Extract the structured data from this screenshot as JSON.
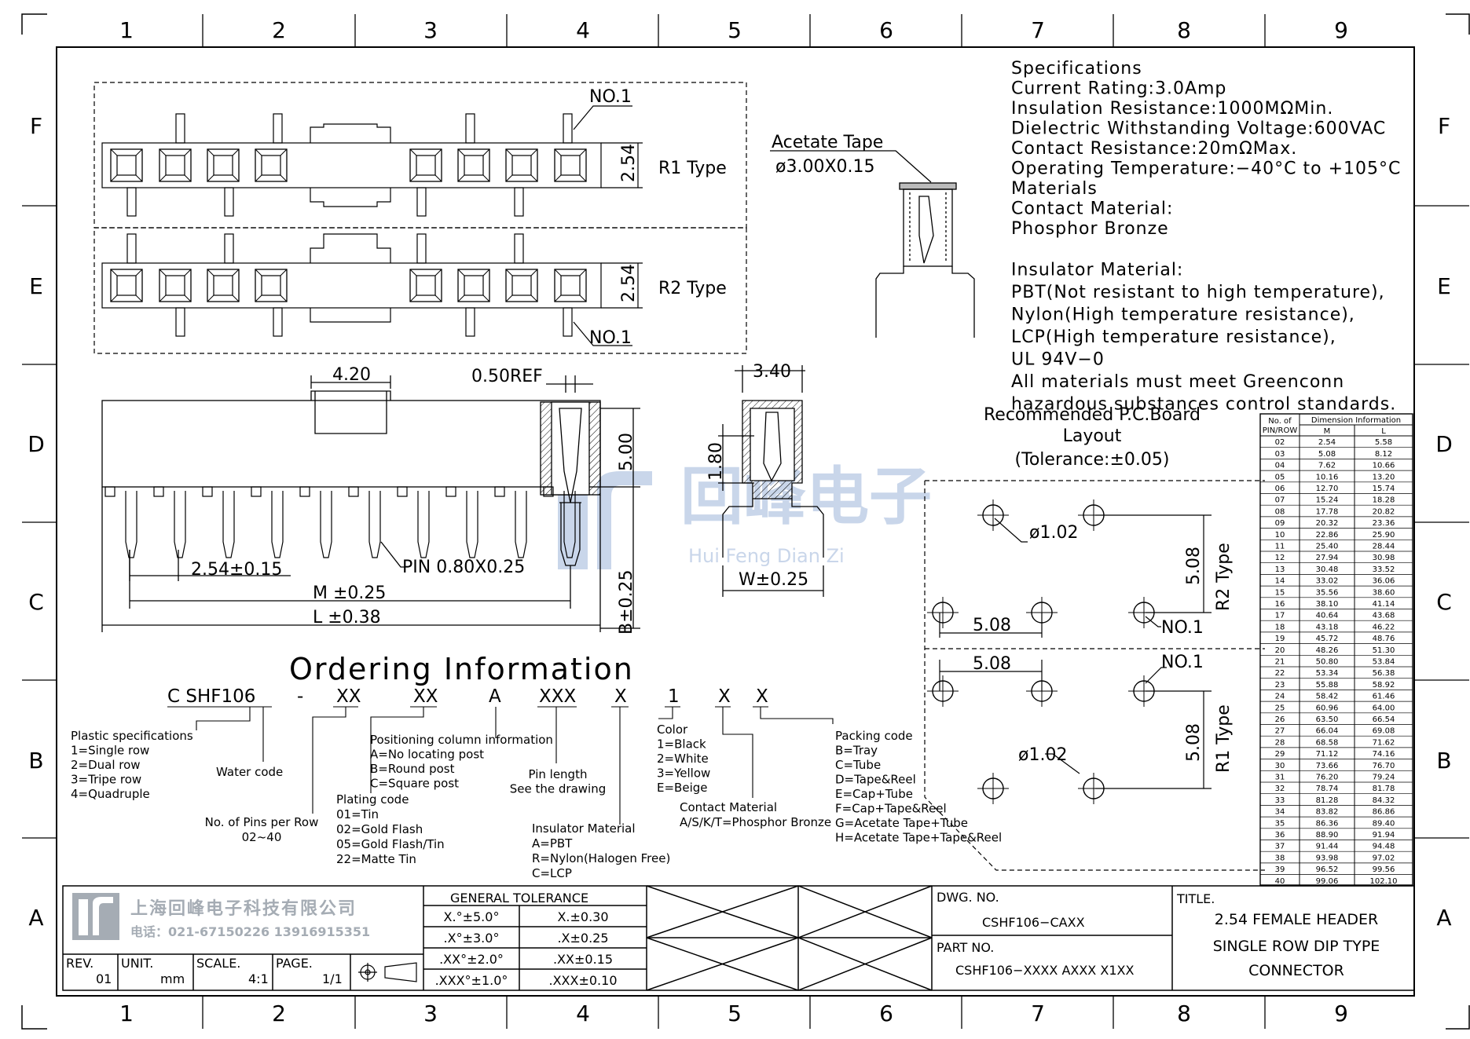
{
  "zones": {
    "columns": [
      "1",
      "2",
      "3",
      "4",
      "5",
      "6",
      "7",
      "8",
      "9"
    ],
    "rows": [
      "F",
      "E",
      "D",
      "C",
      "B",
      "A"
    ]
  },
  "specifications": [
    "Specifications",
    "Current  Rating:3.0Amp",
    "Insulation  Resistance:1000MΩMin.",
    "Dielectric  Withstanding  Voltage:600VAC",
    "Contact  Resistance:20mΩMax.",
    "Operating  Temperature:−40°C  to  +105°C",
    "Materials",
    "Contact  Material:",
    "Phosphor  Bronze",
    "Insulator  Material:",
    "PBT(Not  resistant  to  high  temperature),",
    "Nylon(High  temperature  resistance),",
    "LCP(High  temperature  resistance),",
    "UL  94V−0",
    "All  materials  must  meet  Greenconn",
    "hazardous  substances  control  standards."
  ],
  "top_view": {
    "r1_type": "R1  Type",
    "r2_type": "R2  Type",
    "no1": "NO.1",
    "pitch": "2.54"
  },
  "acetate": {
    "label": "Acetate  Tape",
    "size": "ø3.00X0.15"
  },
  "side_view": {
    "d_420": "4.20",
    "d_050": "0.50REF",
    "d_500": "5.00",
    "d_254": "2.54±0.15",
    "pin": "PIN  0.80X0.25",
    "m": "M  ±0.25",
    "l": "L  ±0.38",
    "b": "B±0.25"
  },
  "end_view": {
    "d_340": "3.40",
    "d_180": "1.80",
    "w": "W±0.25"
  },
  "watermark": {
    "cn": "回峰电子",
    "pinyin": "Hui  Feng  Dian  Zi"
  },
  "pcb_layout": {
    "title1": "Recommended  P.C.Board",
    "title2": "Layout",
    "title3": "(Tolerance:±0.05)",
    "dia1": "ø1.02",
    "dia2": "ø1.02",
    "d508_a": "5.08",
    "d508_b": "5.08",
    "d508_c": "5.08",
    "d508_d": "5.08",
    "no1_a": "NO.1",
    "no1_b": "NO.1",
    "r2": "R2  Type",
    "r1": "R1  Type"
  },
  "dim_table": {
    "h1": "No.  of",
    "h1b": "PIN/ROW",
    "h2": "Dimension  Information",
    "hm": "M",
    "hl": "L",
    "rows": [
      [
        "02",
        "2.54",
        "5.58"
      ],
      [
        "03",
        "5.08",
        "8.12"
      ],
      [
        "04",
        "7.62",
        "10.66"
      ],
      [
        "05",
        "10.16",
        "13.20"
      ],
      [
        "06",
        "12.70",
        "15.74"
      ],
      [
        "07",
        "15.24",
        "18.28"
      ],
      [
        "08",
        "17.78",
        "20.82"
      ],
      [
        "09",
        "20.32",
        "23.36"
      ],
      [
        "10",
        "22.86",
        "25.90"
      ],
      [
        "11",
        "25.40",
        "28.44"
      ],
      [
        "12",
        "27.94",
        "30.98"
      ],
      [
        "13",
        "30.48",
        "33.52"
      ],
      [
        "14",
        "33.02",
        "36.06"
      ],
      [
        "15",
        "35.56",
        "38.60"
      ],
      [
        "16",
        "38.10",
        "41.14"
      ],
      [
        "17",
        "40.64",
        "43.68"
      ],
      [
        "18",
        "43.18",
        "46.22"
      ],
      [
        "19",
        "45.72",
        "48.76"
      ],
      [
        "20",
        "48.26",
        "51.30"
      ],
      [
        "21",
        "50.80",
        "53.84"
      ],
      [
        "22",
        "53.34",
        "56.38"
      ],
      [
        "23",
        "55.88",
        "58.92"
      ],
      [
        "24",
        "58.42",
        "61.46"
      ],
      [
        "25",
        "60.96",
        "64.00"
      ],
      [
        "26",
        "63.50",
        "66.54"
      ],
      [
        "27",
        "66.04",
        "69.08"
      ],
      [
        "28",
        "68.58",
        "71.62"
      ],
      [
        "29",
        "71.12",
        "74.16"
      ],
      [
        "30",
        "73.66",
        "76.70"
      ],
      [
        "31",
        "76.20",
        "79.24"
      ],
      [
        "32",
        "78.74",
        "81.78"
      ],
      [
        "33",
        "81.28",
        "84.32"
      ],
      [
        "34",
        "83.82",
        "86.86"
      ],
      [
        "35",
        "86.36",
        "89.40"
      ],
      [
        "36",
        "88.90",
        "91.94"
      ],
      [
        "37",
        "91.44",
        "94.48"
      ],
      [
        "38",
        "93.98",
        "97.02"
      ],
      [
        "39",
        "96.52",
        "99.56"
      ],
      [
        "40",
        "99.06",
        "102.10"
      ]
    ]
  },
  "ordering": {
    "title": "Ordering  Information",
    "code": [
      "C SHF106",
      "-",
      "XX",
      "XX",
      "A",
      "XXX",
      "X",
      "1",
      "X",
      "X"
    ],
    "plastic": [
      "Plastic  specifications",
      "1=Single  row",
      "2=Dual  row",
      "3=Tripe  row",
      "4=Quadruple"
    ],
    "water": "Water  code",
    "pins": [
      "No.  of  Pins  per  Row",
      "02~40"
    ],
    "plating": [
      "Plating  code",
      "01=Tin",
      "02=Gold  Flash",
      "05=Gold  Flash/Tin",
      "22=Matte  Tin"
    ],
    "positioning": [
      "Positioning  column  information",
      "A=No  locating  post",
      "B=Round  post",
      "C=Square  post"
    ],
    "pinlen": [
      "Pin  length",
      "See  the  drawing"
    ],
    "insulator": [
      "Insulator  Material",
      "A=PBT",
      "R=Nylon(Halogen  Free)",
      "C=LCP"
    ],
    "color": [
      "Color",
      "1=Black",
      "2=White",
      "3=Yellow",
      "E=Beige"
    ],
    "contact": [
      "Contact  Material",
      "A/S/K/T=Phosphor  Bronze"
    ],
    "packing": [
      "Packing  code",
      "B=Tray",
      "C=Tube",
      "D=Tape&Reel",
      "E=Cap+Tube",
      "F=Cap+Tape&Reel",
      "G=Acetate  Tape+Tube",
      "H=Acetate  Tape+Tape&Reel"
    ]
  },
  "title_block": {
    "company": "上海回峰电子科技有限公司",
    "phone": "电话：021-67150226  13916915351",
    "rev_label": "REV.",
    "rev": "01",
    "unit_label": "UNIT.",
    "unit": "mm",
    "scale_label": "SCALE.",
    "scale": "4:1",
    "page_label": "PAGE.",
    "page": "1/1",
    "tol_title": "GENERAL  TOLERANCE",
    "tol": [
      [
        "X.°±5.0°",
        "X.±0.30"
      ],
      [
        ".X°±3.0°",
        ".X±0.25"
      ],
      [
        ".XX°±2.0°",
        ".XX±0.15"
      ],
      [
        ".XXX°±1.0°",
        ".XXX±0.10"
      ]
    ],
    "dwg_label": "DWG.  NO.",
    "dwg": "CSHF106−CAXX",
    "part_label": "PART  NO.",
    "part": "CSHF106−XXXX  AXXX  X1XX",
    "title_label": "TITLE.",
    "title": [
      "2.54  FEMALE  HEADER",
      "SINGLE  ROW  DIP  TYPE",
      "CONNECTOR"
    ]
  }
}
